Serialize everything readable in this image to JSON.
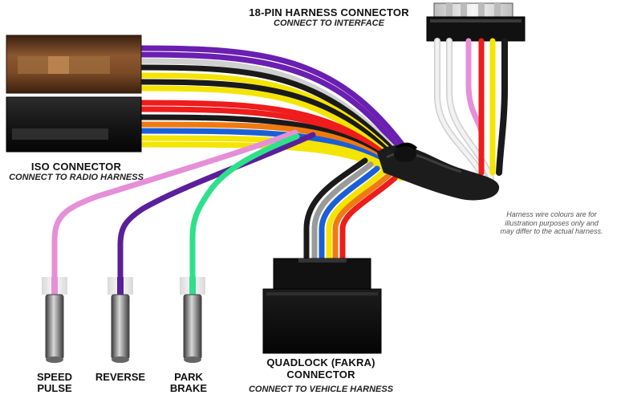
{
  "harness_18pin": {
    "title": "18-PIN HARNESS CONNECTOR",
    "subtitle": "CONNECT TO INTERFACE"
  },
  "iso": {
    "title": "ISO CONNECTOR",
    "subtitle": "CONNECT TO RADIO HARNESS"
  },
  "quadlock": {
    "title_line1": "QUADLOCK (FAKRA)",
    "title_line2": "CONNECTOR",
    "subtitle": "CONNECT TO VEHICLE HARNESS"
  },
  "note": {
    "line1": "Harness wire colours are for",
    "line2": "illustration purposes only and",
    "line3": "may differ to the actual harness."
  },
  "pins": [
    {
      "line1": "SPEED",
      "line2": "PULSE",
      "wire_color": "#e58fd8"
    },
    {
      "line1": "REVERSE",
      "line2": "",
      "wire_color": "#5a1f9a"
    },
    {
      "line1": "PARK",
      "line2": "BRAKE",
      "wire_color": "#2ee08a"
    }
  ],
  "colors": {
    "iso_top": "#7a4a26",
    "iso_bottom": "#161616",
    "wire_purple": "#6a1fb0",
    "wire_yellow": "#f4e400",
    "wire_red": "#ee1c1c",
    "wire_orange": "#f07a12",
    "wire_blue": "#1b5fd6",
    "wire_white": "#eeeeee",
    "wire_black": "#1a1a1a",
    "wire_gray": "#9a9a9a",
    "wire_pink": "#e58fd8",
    "wire_green": "#2ee08a"
  }
}
